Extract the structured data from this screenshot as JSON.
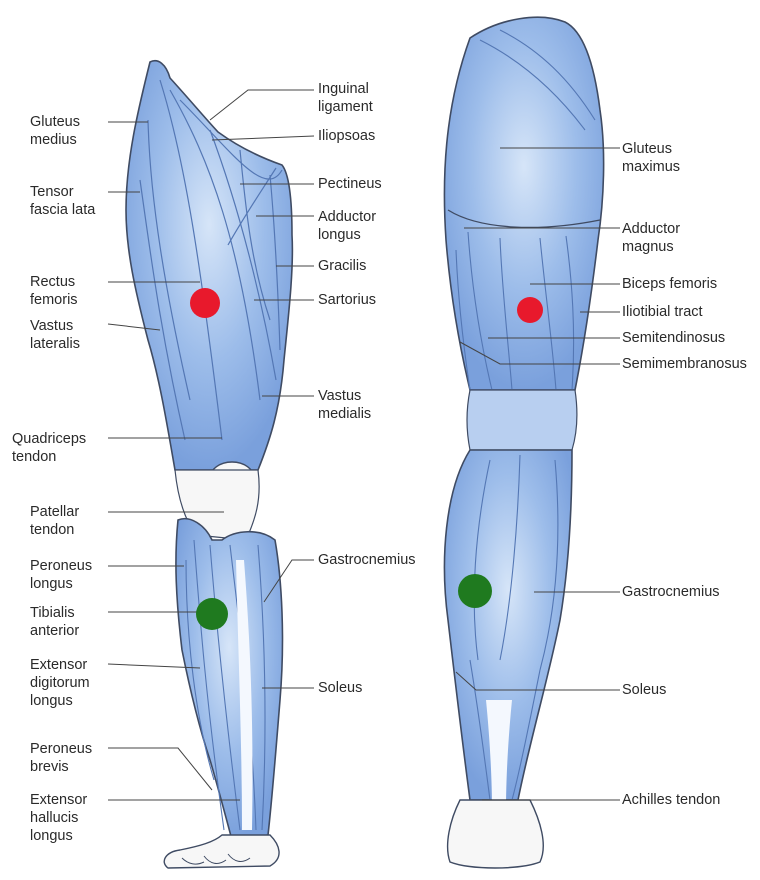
{
  "colors": {
    "muscle": "#8fb2e6",
    "muscle_light": "#c9dcf5",
    "highlight": "#f4f8fe",
    "fiber": "#5477b4",
    "outline": "#3f4b63",
    "tendon": "#f7f7f7",
    "leader": "#444444",
    "marker_red": "#e8192c",
    "marker_green": "#1f7a1f"
  },
  "anterior_view": {
    "left_labels": [
      {
        "text": "Gluteus\nmedius"
      },
      {
        "text": "Tensor\nfascia lata"
      },
      {
        "text": "Rectus\nfemoris"
      },
      {
        "text": "Vastus\nlateralis"
      },
      {
        "text": "Quadriceps\ntendon"
      },
      {
        "text": "Patellar\ntendon"
      },
      {
        "text": "Peroneus\nlongus"
      },
      {
        "text": "Tibialis\nanterior"
      },
      {
        "text": "Extensor\ndigitorum\nlongus"
      },
      {
        "text": "Peroneus\nbrevis"
      },
      {
        "text": "Extensor\nhallucis\nlongus"
      }
    ],
    "right_labels": [
      {
        "text": "Inguinal\nligament"
      },
      {
        "text": "Iliopsoas"
      },
      {
        "text": "Pectineus"
      },
      {
        "text": "Adductor\nlongus"
      },
      {
        "text": "Gracilis"
      },
      {
        "text": "Sartorius"
      },
      {
        "text": "Vastus\nmedialis"
      },
      {
        "text": "Gastrocnemius"
      },
      {
        "text": "Soleus"
      }
    ]
  },
  "posterior_view": {
    "labels": [
      {
        "text": "Gluteus\nmaximus"
      },
      {
        "text": "Adductor\nmagnus"
      },
      {
        "text": "Biceps femoris"
      },
      {
        "text": "Iliotibial tract"
      },
      {
        "text": "Semitendinosus"
      },
      {
        "text": "Semimembranosus"
      },
      {
        "text": "Gastrocnemius"
      },
      {
        "text": "Soleus"
      },
      {
        "text": "Achilles tendon"
      }
    ]
  },
  "markers": [
    {
      "color": "red",
      "view": "anterior",
      "on": "Rectus femoris"
    },
    {
      "color": "green",
      "view": "anterior",
      "on": "Tibialis anterior"
    },
    {
      "color": "red",
      "view": "posterior",
      "on": "Biceps femoris"
    },
    {
      "color": "green",
      "view": "posterior",
      "on": "Gastrocnemius"
    }
  ]
}
